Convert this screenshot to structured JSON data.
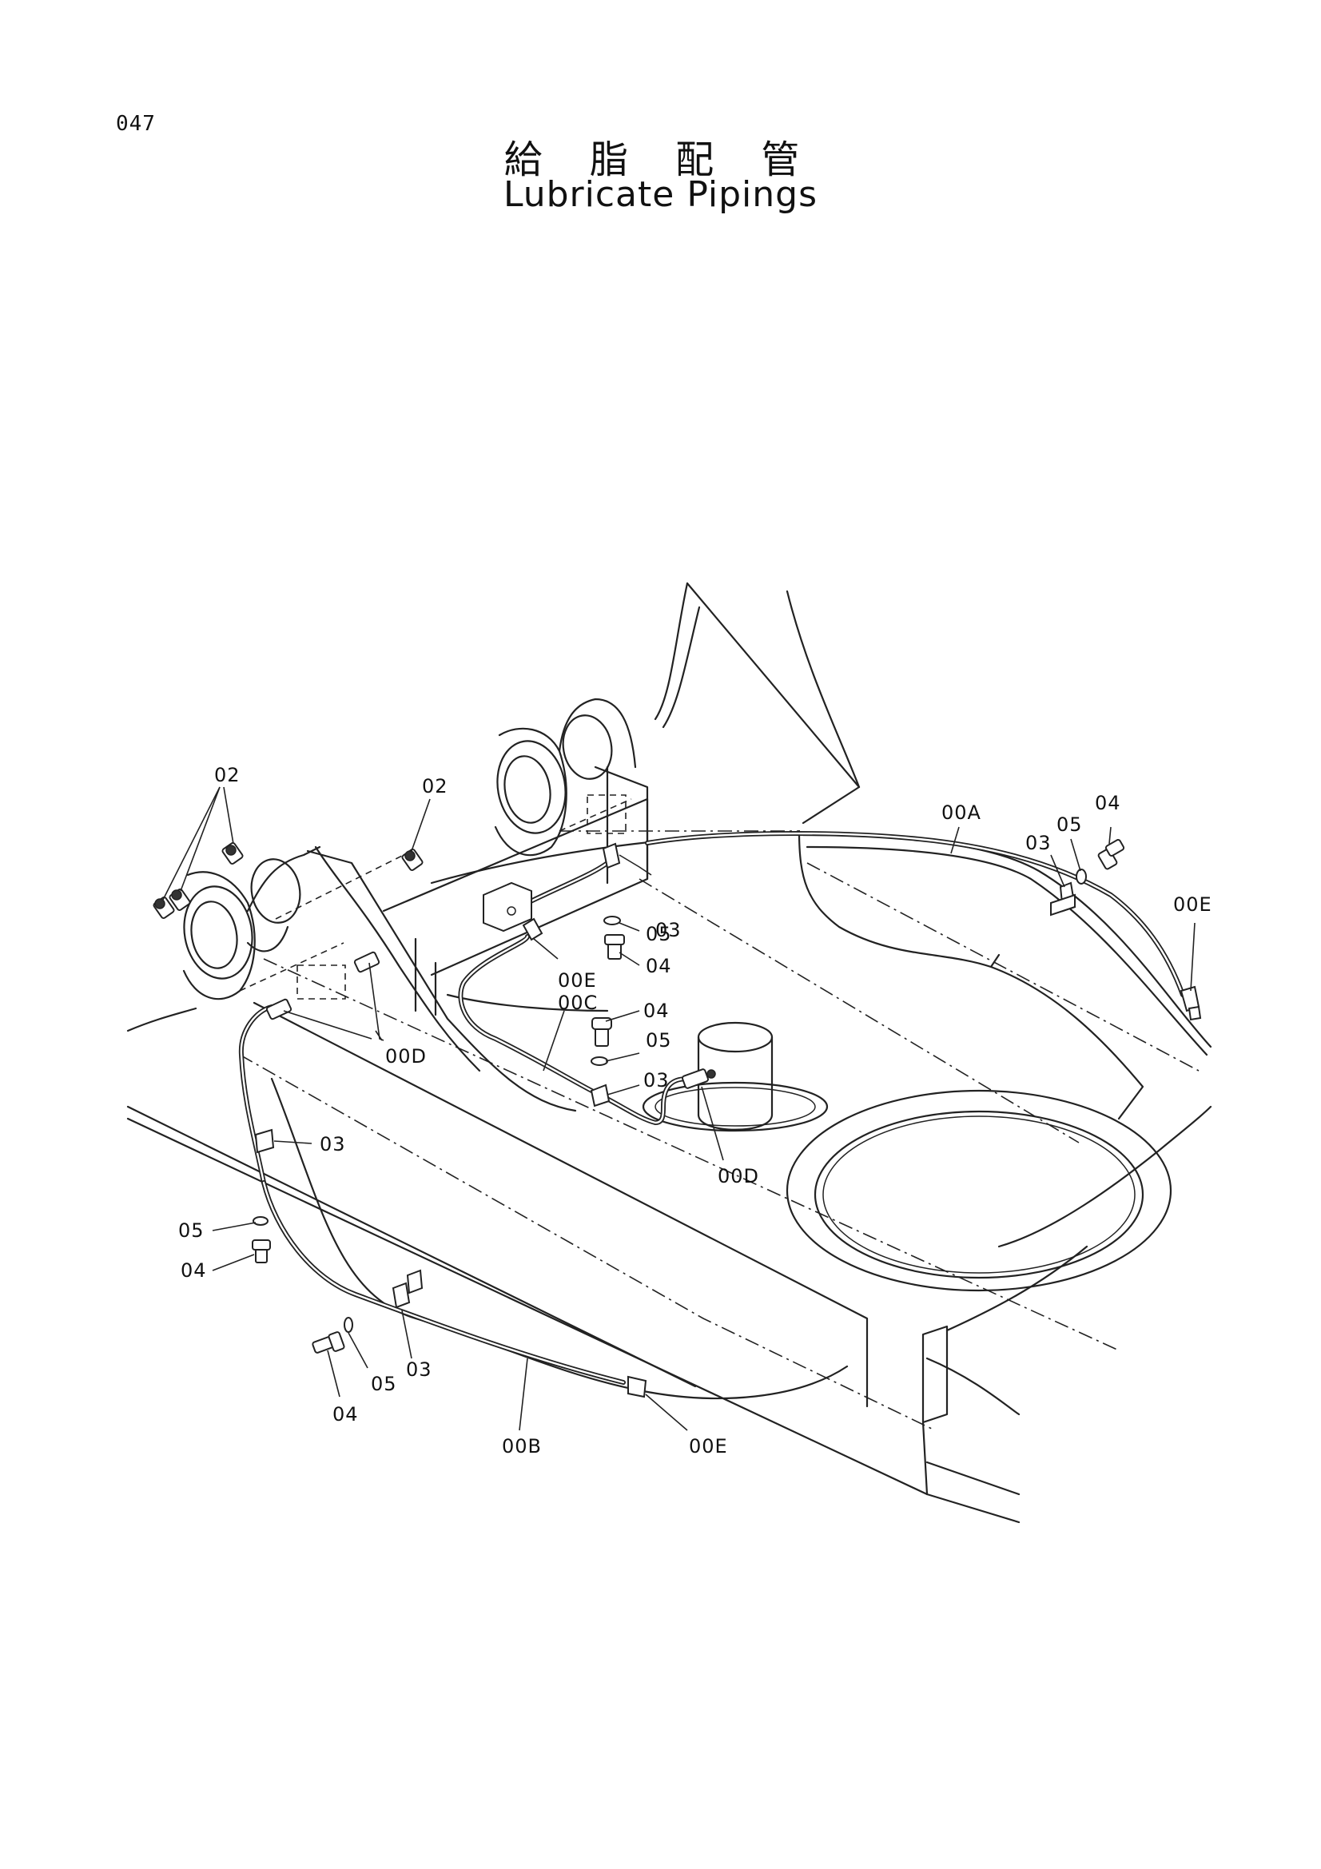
{
  "page": {
    "number": "047"
  },
  "title": {
    "japanese": "給 脂 配 管",
    "english": "Lubricate Pipings"
  },
  "callouts": [
    {
      "id": "c1",
      "text": "02"
    },
    {
      "id": "c2",
      "text": "02"
    },
    {
      "id": "c3",
      "text": "00A"
    },
    {
      "id": "c4",
      "text": "05"
    },
    {
      "id": "c5",
      "text": "04"
    },
    {
      "id": "c6",
      "text": "03"
    },
    {
      "id": "c7",
      "text": "00E"
    },
    {
      "id": "c8",
      "text": "03"
    },
    {
      "id": "c9",
      "text": "05"
    },
    {
      "id": "c10",
      "text": "04"
    },
    {
      "id": "c11",
      "text": "00E"
    },
    {
      "id": "c12",
      "text": "00C"
    },
    {
      "id": "c13",
      "text": "04"
    },
    {
      "id": "c14",
      "text": "05"
    },
    {
      "id": "c15",
      "text": "03"
    },
    {
      "id": "c16",
      "text": "00D"
    },
    {
      "id": "c17",
      "text": "00D"
    },
    {
      "id": "c18",
      "text": "03"
    },
    {
      "id": "c19",
      "text": "05"
    },
    {
      "id": "c20",
      "text": "04"
    },
    {
      "id": "c21",
      "text": "03"
    },
    {
      "id": "c22",
      "text": "05"
    },
    {
      "id": "c23",
      "text": "04"
    },
    {
      "id": "c24",
      "text": "00B"
    },
    {
      "id": "c25",
      "text": "00E"
    }
  ]
}
